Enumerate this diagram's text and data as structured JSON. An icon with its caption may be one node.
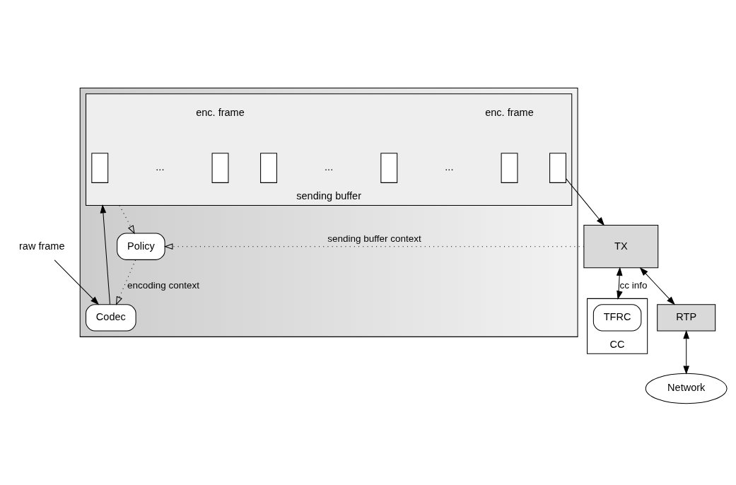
{
  "diagram": {
    "nodes": [
      {
        "text": [
          "raw frame"
        ]
      },
      {
        "text": [],
        "shape": "box"
      },
      {
        "text": [
          "Codec"
        ],
        "in": 1
      },
      {
        "text": [
          "sending buffer"
        ],
        "in": 1
      },
      {
        "text": [],
        "shape": "box",
        "in": 3
      },
      {
        "text": [],
        "shape": "box",
        "in": 3
      },
      {
        "text": [],
        "shape": "box",
        "in": 3
      },
      {
        "text": [],
        "shape": "box",
        "in": 3
      },
      {
        "text": [],
        "shape": "box",
        "in": 3
      },
      {
        "text": [],
        "shape": "box",
        "in": 3
      },
      {
        "text": [
          "Policy"
        ],
        "in": 1
      },
      {
        "text": [
          "TX"
        ]
      },
      {
        "text": [
          "CC"
        ]
      },
      {
        "text": [
          "TFRC"
        ],
        "in": 12
      },
      {
        "text": [
          "RTP"
        ]
      },
      {
        "text": [
          "Network"
        ]
      }
    ],
    "edges": [
      {
        "from": 0,
        "to": 2,
        "arrow": "to"
      },
      {
        "from": 2,
        "to": 3,
        "arrow": "to"
      },
      {
        "from": 10,
        "to": 2,
        "arrow": "to",
        "label": "encoding context",
        "style": "dashed"
      },
      {
        "from": 3,
        "to": 10,
        "arrow": "to",
        "style": "dashed"
      },
      {
        "from": 9,
        "to": 11,
        "arrow": "to"
      },
      {
        "from": 11,
        "to": 10,
        "arrow": "to",
        "label": "sending buffer context",
        "style": "dashed"
      },
      {
        "from": 11,
        "to": 12,
        "arrow": "both",
        "label": "cc info"
      },
      {
        "from": 11,
        "to": 14,
        "arrow": "both"
      },
      {
        "from": 14,
        "to": 15,
        "arrow": "both"
      }
    ],
    "labels": [
      "enc. frame",
      "enc. frame",
      "...",
      "...",
      "..."
    ]
  }
}
